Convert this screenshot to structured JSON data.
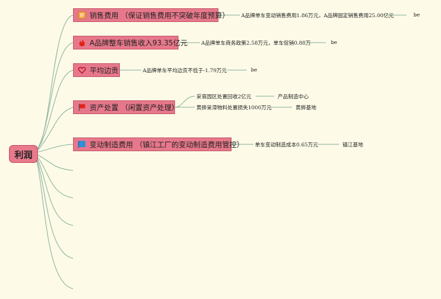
{
  "root": {
    "label": "利润"
  },
  "branches": [
    {
      "label": "销售费用 （保证销售费用不突破年度预算）",
      "icon": "receipt-icon",
      "details": [
        {
          "text": "A品牌单车变动销售费用1.86万元，A品牌固定销售费用25.00亿元",
          "owner": "be"
        }
      ]
    },
    {
      "label": "A品牌整车销售收入93.35亿元",
      "icon": "fire-icon",
      "details": [
        {
          "text": "A品牌单车商务政策2.58万元，单车促销0.88万",
          "owner": "be"
        }
      ]
    },
    {
      "label": "平均边贡",
      "icon": "heart-icon",
      "details": [
        {
          "text": "A品牌单车平均边贡不低于-1.79万元",
          "owner": "be"
        }
      ]
    },
    {
      "label": "资产处置 （闲置资产处理）",
      "icon": "red-flag-icon",
      "details": [
        {
          "text": "采育园区处置回收2亿元",
          "owner": "产品制造中心"
        },
        {
          "text": "黄骅呆滞物料处置损失1000万元",
          "owner": "黄骅基地"
        }
      ]
    },
    {
      "label": "变动制造费用 （镇江工厂的变动制造费用管控）",
      "icon": "blue-flag-icon",
      "details": [
        {
          "text": "单车变动制造成本0.65万元",
          "owner": "镇江基地"
        }
      ]
    }
  ],
  "colors": {
    "background": "#fdfbe8",
    "node": "#e7788b",
    "line": "#8fb5a0"
  }
}
